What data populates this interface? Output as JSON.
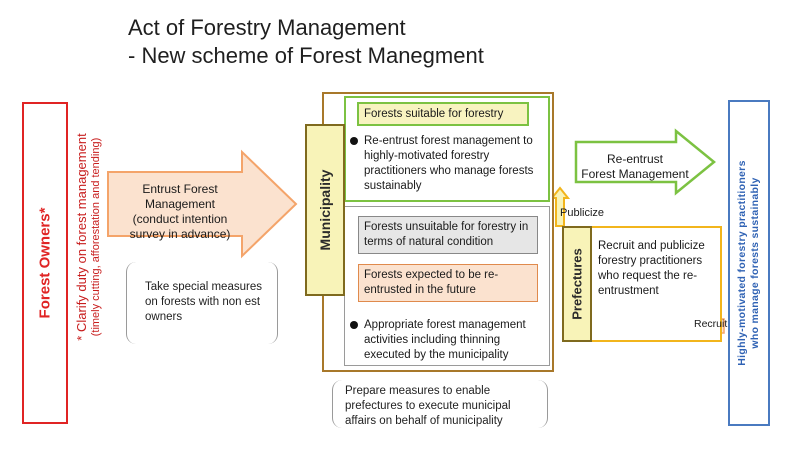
{
  "title": {
    "line1": "Act of Forestry Management",
    "line2": "- New scheme of Forest Manegment"
  },
  "owners": {
    "label": "Forest Owners*",
    "duty": "* Clarify duty on forest management",
    "duty_sub": "(timely cutting, afforestation and tending)"
  },
  "entrust": {
    "title": "Entrust Forest Management",
    "note": "(conduct intention survey in advance)"
  },
  "special_measures": "Take special measures on forests with non est owners",
  "municipality": {
    "label": "Municipality",
    "suitable": "Forests suitable for forestry",
    "reentrust_bullet": "Re-entrust  forest management to highly-motivated forestry practitioners who manage forests sustainably",
    "unsuitable": "Forests unsuitable for forestry in terms of natural condition",
    "expected": "Forests expected to be re-entrusted in the future",
    "appropriate_bullet": "Appropriate forest management activities including thinning executed by the  municipality"
  },
  "prepare_measures": "Prepare measures to enable prefectures to execute municipal affairs on behalf of municipality",
  "reentrust_arrow": {
    "line1": "Re-entrust",
    "line2": "Forest Management"
  },
  "publicize_label": "Publicize",
  "recruit_label": "Recruit",
  "prefectures": {
    "label": "Prefectures",
    "text": "Recruit and publicize forestry practitioners who request the re-entrustment"
  },
  "practitioners": {
    "line1": "Highly-motivated forestry practitioners",
    "line2": "who manage forests sustainably"
  },
  "colors": {
    "owners_red": "#e02424",
    "municipality_brown": "#a8782a",
    "forestry_green": "#7cc242",
    "entrust_orange": "#f4a46a",
    "prefecture_yellow": "#f2b51c",
    "practitioner_blue": "#4a7ac0"
  }
}
